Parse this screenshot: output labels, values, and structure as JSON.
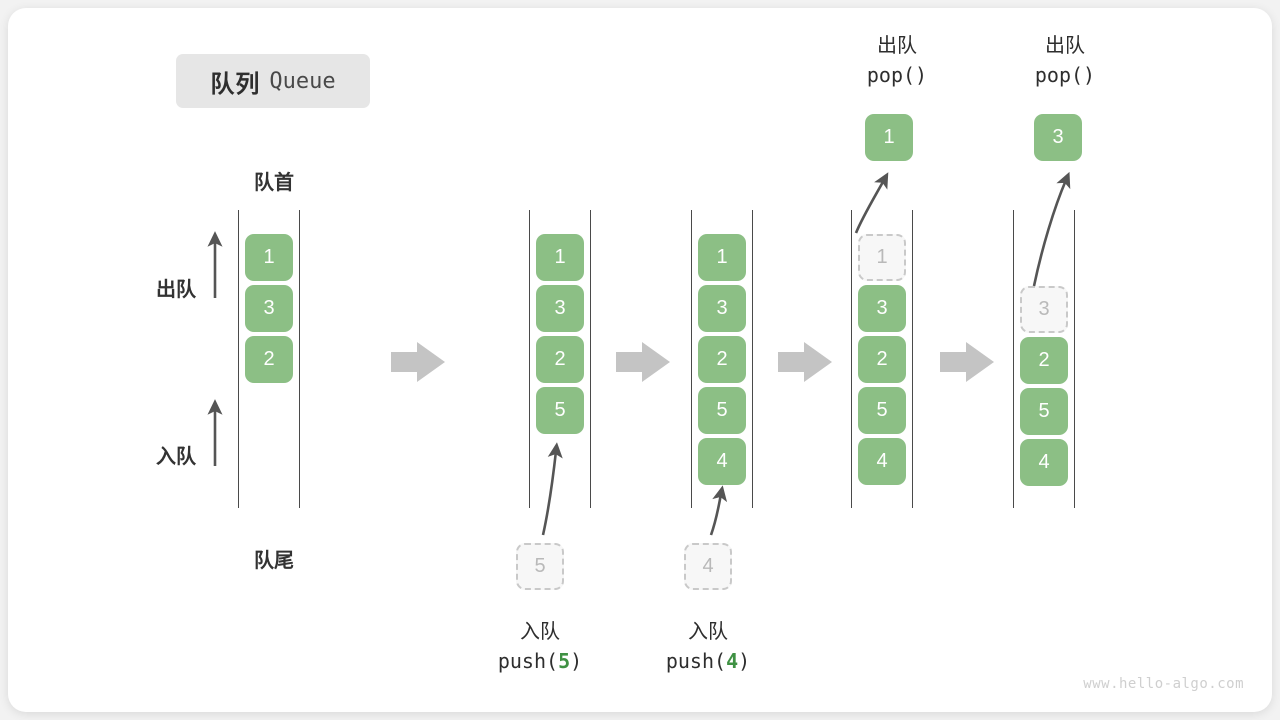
{
  "page": {
    "background": "#f2f2f2",
    "card_background": "#ffffff",
    "watermark": "www.hello-algo.com"
  },
  "colors": {
    "cell_fill": "#8cbf85",
    "cell_text": "#ffffff",
    "ghost_fill": "#f7f7f7",
    "ghost_border": "#c9c9c9",
    "ghost_text": "#b9b9b9",
    "rail_line": "#4a4a4a",
    "arrow_gray": "#c4c4c4",
    "thin_arrow": "#555555",
    "label_text": "#333333",
    "accent_green": "#3f9143",
    "badge_bg": "#e6e6e6"
  },
  "title": {
    "cn": "队列",
    "en": "Queue"
  },
  "labels": {
    "head": "队首",
    "tail": "队尾",
    "dequeue": "出队",
    "enqueue": "入队"
  },
  "operations": {
    "push5": {
      "cn": "入队",
      "code_prefix": "push(",
      "code_value": "5",
      "code_suffix": ")"
    },
    "push4": {
      "cn": "入队",
      "code_prefix": "push(",
      "code_value": "4",
      "code_suffix": ")"
    },
    "pop1": {
      "cn": "出队",
      "code": "pop()"
    },
    "pop2": {
      "cn": "出队",
      "code": "pop()"
    }
  },
  "stages": [
    {
      "name": "initial",
      "cells": [
        {
          "value": "1",
          "state": "filled"
        },
        {
          "value": "3",
          "state": "filled"
        },
        {
          "value": "2",
          "state": "filled"
        }
      ]
    },
    {
      "name": "after-push-5",
      "cells": [
        {
          "value": "1",
          "state": "filled"
        },
        {
          "value": "3",
          "state": "filled"
        },
        {
          "value": "2",
          "state": "filled"
        },
        {
          "value": "5",
          "state": "filled"
        }
      ],
      "incoming": {
        "value": "5",
        "state": "ghost"
      }
    },
    {
      "name": "after-push-4",
      "cells": [
        {
          "value": "1",
          "state": "filled"
        },
        {
          "value": "3",
          "state": "filled"
        },
        {
          "value": "2",
          "state": "filled"
        },
        {
          "value": "5",
          "state": "filled"
        },
        {
          "value": "4",
          "state": "filled"
        }
      ],
      "incoming": {
        "value": "4",
        "state": "ghost"
      }
    },
    {
      "name": "after-pop-1",
      "cells": [
        {
          "value": "1",
          "state": "ghost"
        },
        {
          "value": "3",
          "state": "filled"
        },
        {
          "value": "2",
          "state": "filled"
        },
        {
          "value": "5",
          "state": "filled"
        },
        {
          "value": "4",
          "state": "filled"
        }
      ],
      "outgoing": {
        "value": "1",
        "state": "filled"
      }
    },
    {
      "name": "after-pop-3",
      "cells": [
        {
          "value": "3",
          "state": "ghost"
        },
        {
          "value": "2",
          "state": "filled"
        },
        {
          "value": "5",
          "state": "filled"
        },
        {
          "value": "4",
          "state": "filled"
        }
      ],
      "outgoing": {
        "value": "3",
        "state": "filled"
      }
    }
  ]
}
